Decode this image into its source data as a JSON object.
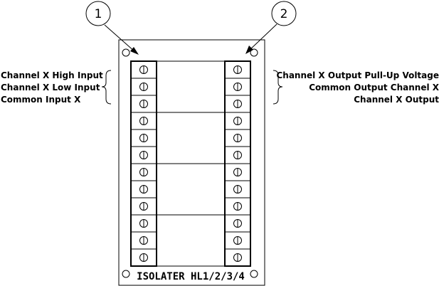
{
  "callouts": {
    "left_number": "1",
    "right_number": "2"
  },
  "left_labels": [
    "Channel X High Input",
    "Channel X Low Input",
    "Common Input X"
  ],
  "right_labels": [
    "Channel X Output Pull-Up Voltage",
    "Common Output Channel X",
    "Channel X Output"
  ],
  "board": {
    "title": "ISOLATER HL1/2/3/4"
  },
  "terminals_per_side": 12,
  "isolator_modules": 4,
  "icons": {
    "terminal": "screw-terminal-icon",
    "mount": "mounting-hole-icon"
  }
}
